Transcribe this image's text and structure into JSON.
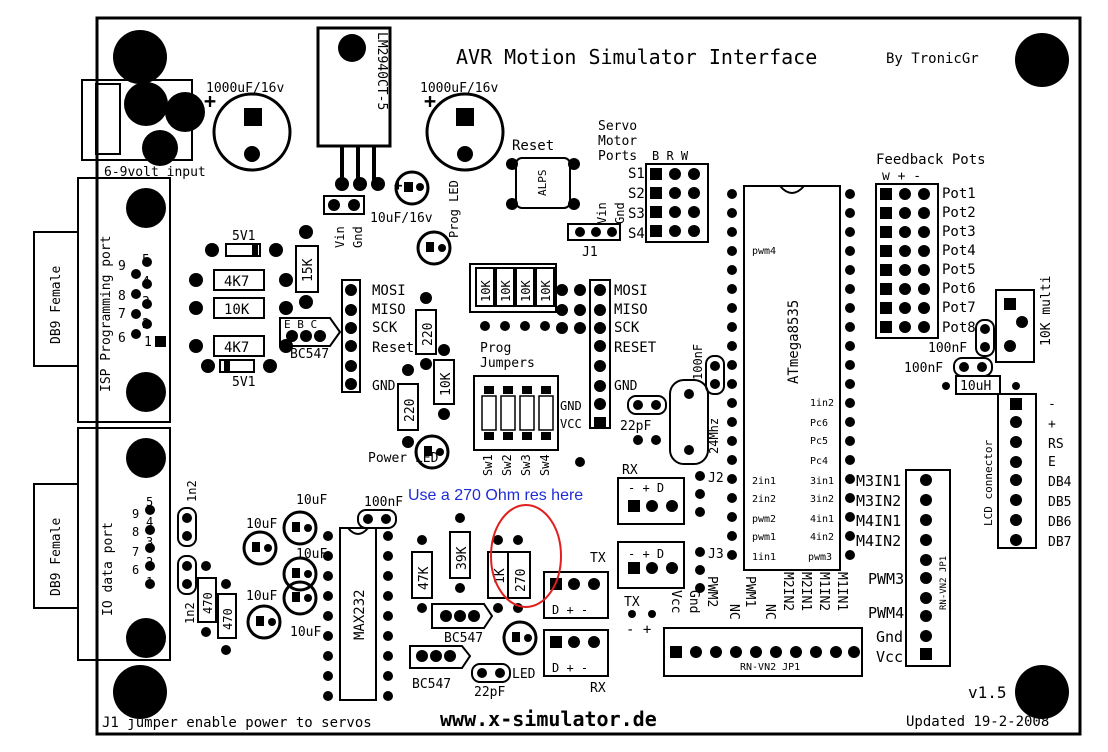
{
  "board": {
    "title": "AVR Motion Simulator Interface",
    "author": "By TronicGr",
    "version": "v1.5",
    "website": "www.x-simulator.de",
    "updated": "Updated 19-2-2008",
    "j1_note": "J1 jumper enable power to servos",
    "red_note": "Use a 270 Ohm res here"
  },
  "power": {
    "cap_left": "1000uF/16v",
    "cap_right": "1000uF/16v",
    "regulator": "LM2940CT-5",
    "input_label": "6-9volt input",
    "vin": "Vin",
    "gnd": "Gnd",
    "small_cap": "10uF/16v",
    "prog_led": "Prog LED",
    "power_led": "Power LED",
    "cap_polarity": "+"
  },
  "connectors": {
    "isp_port": "ISP Programming port",
    "isp_db9": "DB9 Female",
    "io_port": "IO data port",
    "io_db9": "DB9 Female",
    "pins_isp": [
      "5",
      "9",
      "4",
      "8",
      "3",
      "7",
      "2",
      "6",
      "1"
    ],
    "pins_io": [
      "5",
      "9",
      "4",
      "8",
      "3",
      "7",
      "2",
      "6",
      "1"
    ]
  },
  "parts": {
    "r5v1_top": "5V1",
    "r4k7_top": "4K7",
    "r10k": "10K",
    "r4k7_bot": "4K7",
    "r5v1_bot": "5V1",
    "r15k": "15K",
    "bc547_1": "BC547",
    "ebc": "E B C",
    "r220_a": "220",
    "r220_b": "220",
    "r10k_b": "10K",
    "gnd": "GND",
    "isp_sig": [
      "MOSI",
      "MISO",
      "SCK",
      "Reset"
    ],
    "prog_sig": [
      "MOSI",
      "MISO",
      "SCK",
      "RESET"
    ],
    "prog_gnd": "GND",
    "prog_jumpers": "Prog Jumpers",
    "res_10k": [
      "10K",
      "10K",
      "10K",
      "10K"
    ],
    "switches": [
      "Sw1",
      "Sw2",
      "Sw3",
      "Sw4"
    ],
    "gnd_vcc": [
      "GND",
      "VCC"
    ],
    "pf22_a": "22pF",
    "xtal": "24Mhz",
    "nf100_a": "100nF",
    "reset": "Reset",
    "alps": "ALPS",
    "j1": "J1",
    "vin_gnd": [
      "Vin",
      "Gnd"
    ],
    "servo_title": "Servo Motor Ports",
    "servo_brw": "B R W",
    "servo_ports": [
      "S1",
      "S2",
      "S3",
      "S4"
    ],
    "mcu": "ATmega8535",
    "mcu_left": [
      "pwm4",
      "2in1",
      "2in2",
      "pwm2",
      "pwm1",
      "1in1"
    ],
    "mcu_right": [
      "1in2",
      "Pc6",
      "Pc5",
      "Pc4",
      "3in1",
      "3in2",
      "4in1",
      "4in2",
      "pwm3"
    ],
    "feedback": "Feedback Pots",
    "wpm": "w + -",
    "pots": [
      "Pot1",
      "Pot2",
      "Pot3",
      "Pot4",
      "Pot5",
      "Pot6",
      "Pot7",
      "Pot8"
    ],
    "pot_10k": "10K multi",
    "nf100_b": "100nF",
    "nf100_c": "100nF",
    "uh10": "10uH",
    "lcd_conn": "LCD connector",
    "lcd_pins": [
      "-",
      "+",
      "RS",
      "E",
      "DB4",
      "DB5",
      "DB6",
      "DB7"
    ],
    "motor_labels": [
      "M3IN1",
      "M3IN2",
      "M4IN1",
      "M4IN2"
    ],
    "jp1_right": "RN-VN2 JP1",
    "pwm3": "PWM3",
    "pwm4": "PWM4",
    "gnd2": "Gnd",
    "vcc2": "Vcc",
    "bottom_labels": [
      "Vcc",
      "Gnd",
      "PWM2",
      "PWM1",
      "NC",
      "NC",
      "M2IN2",
      "M2IN1",
      "M1IN2",
      "M1IN1"
    ],
    "jp1_bottom": "RN-VN2 JP1",
    "rx": "RX",
    "tx": "TX",
    "j2": "J2",
    "j3": "J3",
    "minus_plus_d": "- + D",
    "d_plus_minus": "D + -",
    "max232": "MAX232",
    "uf10": [
      "10uF",
      "10uF",
      "10uF",
      "10uF",
      "10uF"
    ],
    "r1n2": [
      "1n2",
      "1n2"
    ],
    "r470": [
      "470",
      "470"
    ],
    "r47k": "47K",
    "r39k": "39K",
    "r1k": "1K",
    "r270": "270",
    "bc547_2": "BC547",
    "bc547_3": "BC547",
    "pf22_b": "22pF",
    "led": "LED",
    "nf100_d": "100nF"
  }
}
